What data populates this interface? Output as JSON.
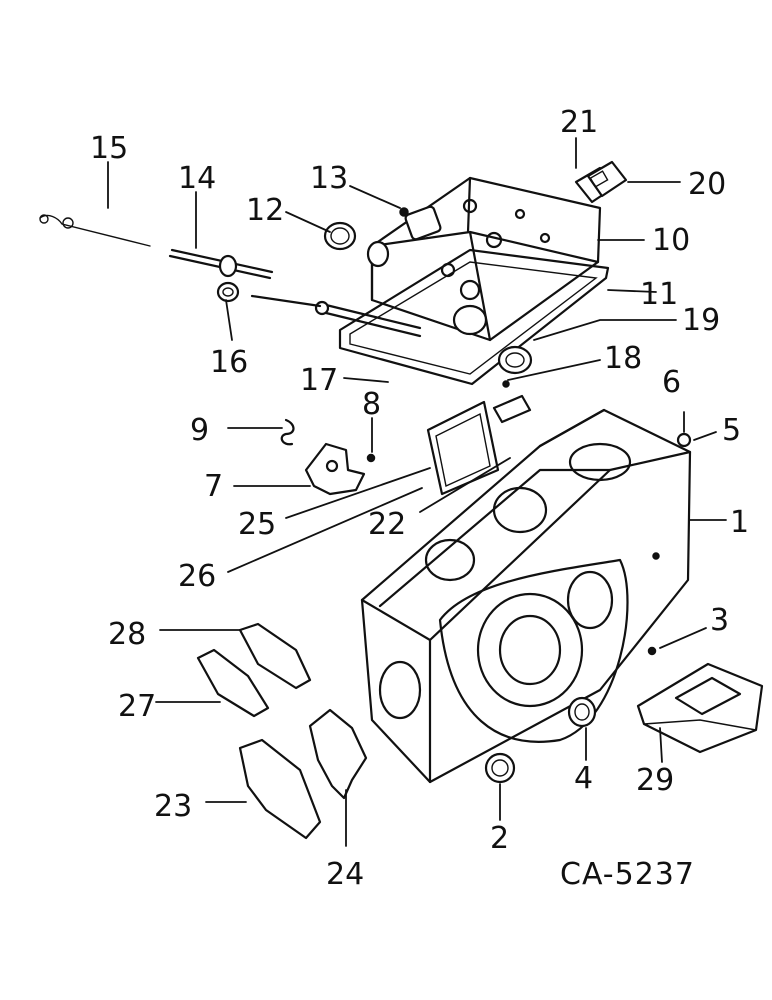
{
  "diagram_code": "CA-5237",
  "callouts": {
    "c1": "1",
    "c2": "2",
    "c3": "3",
    "c4": "4",
    "c5": "5",
    "c6": "6",
    "c7": "7",
    "c8": "8",
    "c9": "9",
    "c10": "10",
    "c11": "11",
    "c12": "12",
    "c13": "13",
    "c14": "14",
    "c15": "15",
    "c16": "16",
    "c17": "17",
    "c18": "18",
    "c19": "19",
    "c20": "20",
    "c21": "21",
    "c22": "22",
    "c23": "23",
    "c24": "24",
    "c25": "25",
    "c26": "26",
    "c27": "27",
    "c28": "28",
    "c29": "29"
  }
}
